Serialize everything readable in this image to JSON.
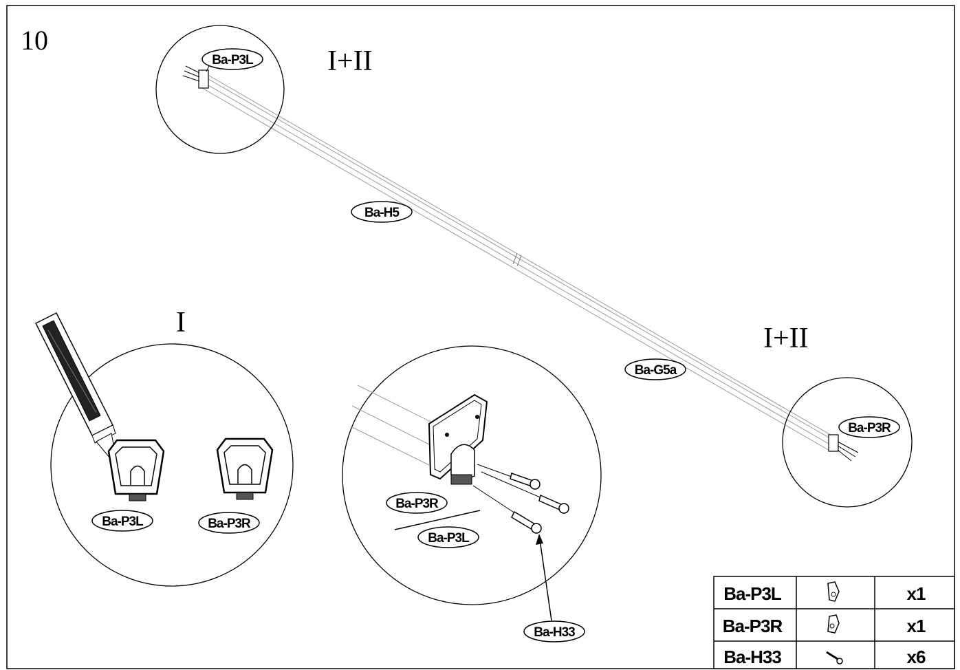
{
  "step_number": "10",
  "views": {
    "top_left_title": "I+II",
    "right_title": "I+II",
    "left_title": "I"
  },
  "callouts": {
    "p3l_top": "Ba-P3L",
    "h5": "Ba-H5",
    "g5a": "Ba-G5a",
    "p3r_right": "Ba-P3R",
    "p3l_detail_i": "Ba-P3L",
    "p3r_detail_i": "Ba-P3R",
    "p3r_detail_mid": "Ba-P3R",
    "p3l_detail_mid": "Ba-P3L",
    "h33": "Ba-H33"
  },
  "parts_table": {
    "rows": [
      {
        "part": "Ba-P3L",
        "icon": "end-cap-left-icon",
        "qty": "x1"
      },
      {
        "part": "Ba-P3R",
        "icon": "end-cap-right-icon",
        "qty": "x1"
      },
      {
        "part": "Ba-H33",
        "icon": "screw-icon",
        "qty": "x6"
      }
    ]
  }
}
